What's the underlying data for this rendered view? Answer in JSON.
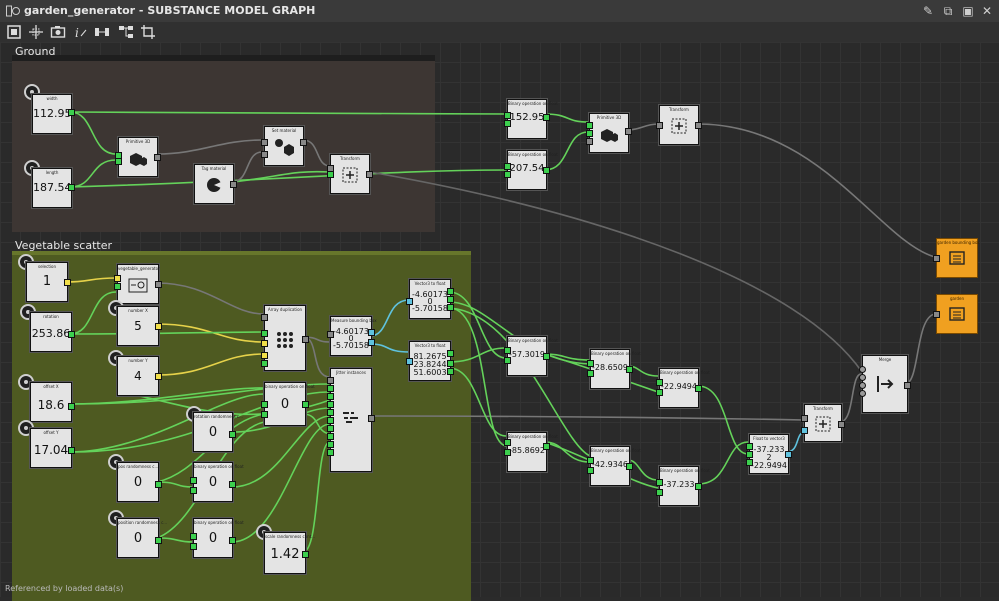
{
  "window": {
    "title": "garden_generator - SUBSTANCE MODEL GRAPH",
    "status_text": "Referenced by loaded data(s)"
  },
  "frames": {
    "ground": "Ground",
    "vegetable": "Vegetable scatter"
  },
  "nodes": {
    "width": {
      "title": "width",
      "value": "112.95"
    },
    "length": {
      "title": "length",
      "value": "187.54"
    },
    "primitive_ground": {
      "title": "Primitive 3D"
    },
    "tag_material": {
      "title": "Tag material"
    },
    "set_material": {
      "title": "Set material"
    },
    "transform_ground": {
      "title": "Transform"
    },
    "binop_w": {
      "title": "Binary operation on float",
      "value": "152.95"
    },
    "binop_l": {
      "title": "Binary operation on float",
      "value": "207.54"
    },
    "primitive_bbox": {
      "title": "Primitive 3D"
    },
    "transform_bbox": {
      "title": "Transform"
    },
    "out_bbox": {
      "title": "garden bounding box"
    },
    "out_garden": {
      "title": "garden"
    },
    "selection": {
      "title": "selection",
      "value": "1"
    },
    "veg_gen": {
      "title": "vegetable_generator"
    },
    "rotation": {
      "title": "rotation",
      "value": "253.86"
    },
    "number_x": {
      "title": "number X",
      "value": "5"
    },
    "number_y": {
      "title": "number Y",
      "value": "4"
    },
    "array_dup": {
      "title": "Array duplication"
    },
    "measure_bbox": {
      "title": "Measure bounding box",
      "values": [
        "-4.60173",
        "0",
        "-5.70158"
      ]
    },
    "vec_to_float_1": {
      "title": "Vector3 to float",
      "values": [
        "-4.60173",
        "0",
        "-5.70158"
      ]
    },
    "vec_to_float_2": {
      "title": "Vector3 to float",
      "values": [
        "81.2675",
        "23.8244",
        "51.6003"
      ]
    },
    "offset_x": {
      "title": "offset X",
      "value": "18.6"
    },
    "offset_y": {
      "title": "offset Y",
      "value": "17.04"
    },
    "rot_rand": {
      "title": "rotation randomness c...",
      "value": "0"
    },
    "binop_mid": {
      "title": "binary operation on float",
      "value": "0"
    },
    "jitter": {
      "title": "Jitter instances"
    },
    "pos_rand_x": {
      "title": "pos randomness c...",
      "value": "0"
    },
    "binop_rand_x": {
      "title": "binary operation on float",
      "value": "0"
    },
    "pos_rand_y": {
      "title": "position randomness c...",
      "value": "0"
    },
    "binop_rand_y": {
      "title": "binary operation on float",
      "value": "0"
    },
    "scale_rand": {
      "title": "scale randomness cont...",
      "value": "1.42"
    },
    "binop_a1": {
      "title": "Binary operation on float",
      "value": "-57.3019"
    },
    "binop_a2": {
      "title": "Binary operation on float",
      "value": "-28.6509"
    },
    "binop_a3": {
      "title": "Binary operation on float",
      "value": "-22.9494"
    },
    "binop_b1": {
      "title": "Binary operation on float",
      "value": "-85.8692"
    },
    "binop_b2": {
      "title": "Binary operation on float",
      "value": "-42.9346"
    },
    "binop_b3": {
      "title": "Binary operation on float",
      "value": "-37.233"
    },
    "float_to_vec": {
      "title": "Float to vector3",
      "values": [
        "-37.233",
        "2",
        "-22.9494"
      ]
    },
    "transform_veg": {
      "title": "Transform"
    },
    "merge": {
      "title": "Merge"
    }
  }
}
